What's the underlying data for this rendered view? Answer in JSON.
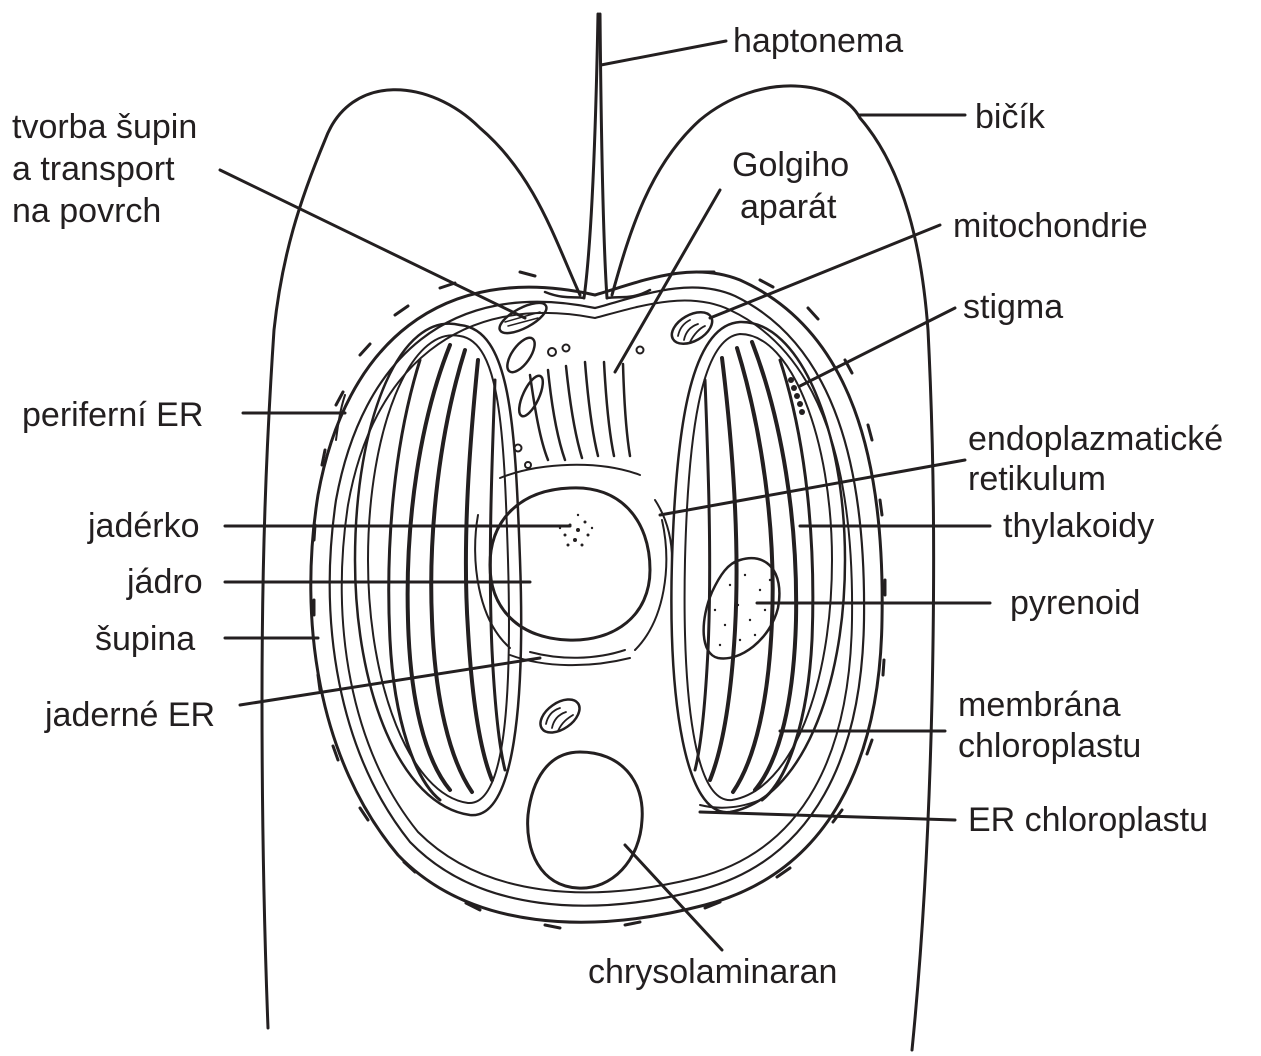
{
  "diagram": {
    "labels": {
      "haptonema": "haptonema",
      "bicik": "bičík",
      "tvorba_1": "tvorba šupin",
      "tvorba_2": "a transport",
      "tvorba_3": "na povrch",
      "golgi_1": "Golgiho",
      "golgi_2": "aparát",
      "mitochondrie": "mitochondrie",
      "stigma": "stigma",
      "periferni_er": "periferní ER",
      "endo_1": "endoplazmatické",
      "endo_2": "retikulum",
      "jaderko": "jadérko",
      "thylakoidy": "thylakoidy",
      "jadro": "jádro",
      "pyrenoid": "pyrenoid",
      "supina": "šupina",
      "jaderne_er": "jaderné ER",
      "membrana_1": "membrána",
      "membrana_2": "chloroplastu",
      "er_chloroplastu": "ER chloroplastu",
      "chrysolaminaran": "chrysolaminaran"
    }
  }
}
